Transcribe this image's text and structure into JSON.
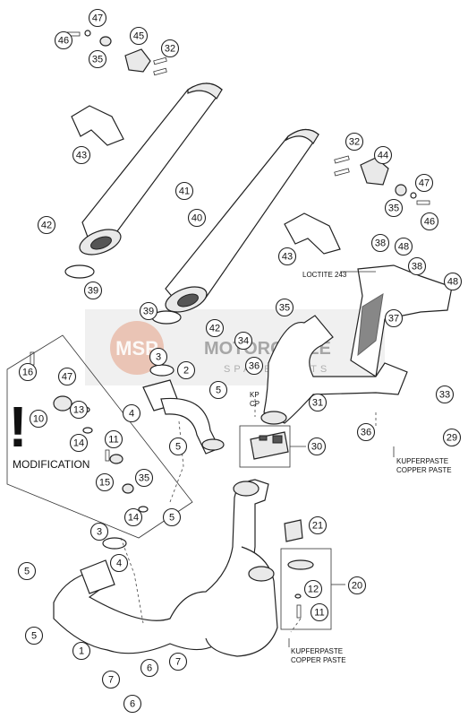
{
  "diagram": {
    "callouts": [
      {
        "id": "c47a",
        "n": "47"
      },
      {
        "id": "c46a",
        "n": "46"
      },
      {
        "id": "c35a",
        "n": "35"
      },
      {
        "id": "c45",
        "n": "45"
      },
      {
        "id": "c32a",
        "n": "32"
      },
      {
        "id": "c43a",
        "n": "43"
      },
      {
        "id": "c41",
        "n": "41"
      },
      {
        "id": "c42a",
        "n": "42"
      },
      {
        "id": "c39a",
        "n": "39"
      },
      {
        "id": "c32b",
        "n": "32"
      },
      {
        "id": "c44",
        "n": "44"
      },
      {
        "id": "c40",
        "n": "40"
      },
      {
        "id": "c47b",
        "n": "47"
      },
      {
        "id": "c35b",
        "n": "35"
      },
      {
        "id": "c46b",
        "n": "46"
      },
      {
        "id": "c43b",
        "n": "43"
      },
      {
        "id": "c38a",
        "n": "38"
      },
      {
        "id": "c48a",
        "n": "48"
      },
      {
        "id": "c38b",
        "n": "38"
      },
      {
        "id": "c48b",
        "n": "48"
      },
      {
        "id": "c37",
        "n": "37"
      },
      {
        "id": "c39b",
        "n": "39"
      },
      {
        "id": "c42b",
        "n": "42"
      },
      {
        "id": "c35c",
        "n": "35"
      },
      {
        "id": "c34",
        "n": "34"
      },
      {
        "id": "c36a",
        "n": "36"
      },
      {
        "id": "c3a",
        "n": "3"
      },
      {
        "id": "c2",
        "n": "2"
      },
      {
        "id": "c5a",
        "n": "5"
      },
      {
        "id": "c4a",
        "n": "4"
      },
      {
        "id": "c5b",
        "n": "5"
      },
      {
        "id": "c16",
        "n": "16"
      },
      {
        "id": "c47c",
        "n": "47"
      },
      {
        "id": "c10",
        "n": "10"
      },
      {
        "id": "c13",
        "n": "13"
      },
      {
        "id": "c14a",
        "n": "14"
      },
      {
        "id": "c11a",
        "n": "11"
      },
      {
        "id": "c15",
        "n": "15"
      },
      {
        "id": "c35d",
        "n": "35"
      },
      {
        "id": "c14b",
        "n": "14"
      },
      {
        "id": "c5c",
        "n": "5"
      },
      {
        "id": "c31",
        "n": "31"
      },
      {
        "id": "c33",
        "n": "33"
      },
      {
        "id": "c29",
        "n": "29"
      },
      {
        "id": "c36b",
        "n": "36"
      },
      {
        "id": "c30",
        "n": "30"
      },
      {
        "id": "c3b",
        "n": "3"
      },
      {
        "id": "c4b",
        "n": "4"
      },
      {
        "id": "c5d",
        "n": "5"
      },
      {
        "id": "c5e",
        "n": "5"
      },
      {
        "id": "c1",
        "n": "1"
      },
      {
        "id": "c7a",
        "n": "7"
      },
      {
        "id": "c6a",
        "n": "6"
      },
      {
        "id": "c7b",
        "n": "7"
      },
      {
        "id": "c6b",
        "n": "6"
      },
      {
        "id": "c21",
        "n": "21"
      },
      {
        "id": "c20",
        "n": "20"
      },
      {
        "id": "c12",
        "n": "12"
      },
      {
        "id": "c11b",
        "n": "11"
      }
    ],
    "labels": {
      "loctite": "LOCTITE 243",
      "kp": "KP",
      "cp": "CP",
      "kupfer1": "KUPFERPASTE",
      "copper1": "COPPER PASTE",
      "kupfer2": "KUPFERPASTE",
      "copper2": "COPPER PASTE",
      "modification": "MODIFICATION",
      "exclaim": "!"
    },
    "watermark": {
      "logo": "MSP",
      "line1": "MOTORCYCLE",
      "line2": "SPARE PARTS"
    }
  }
}
